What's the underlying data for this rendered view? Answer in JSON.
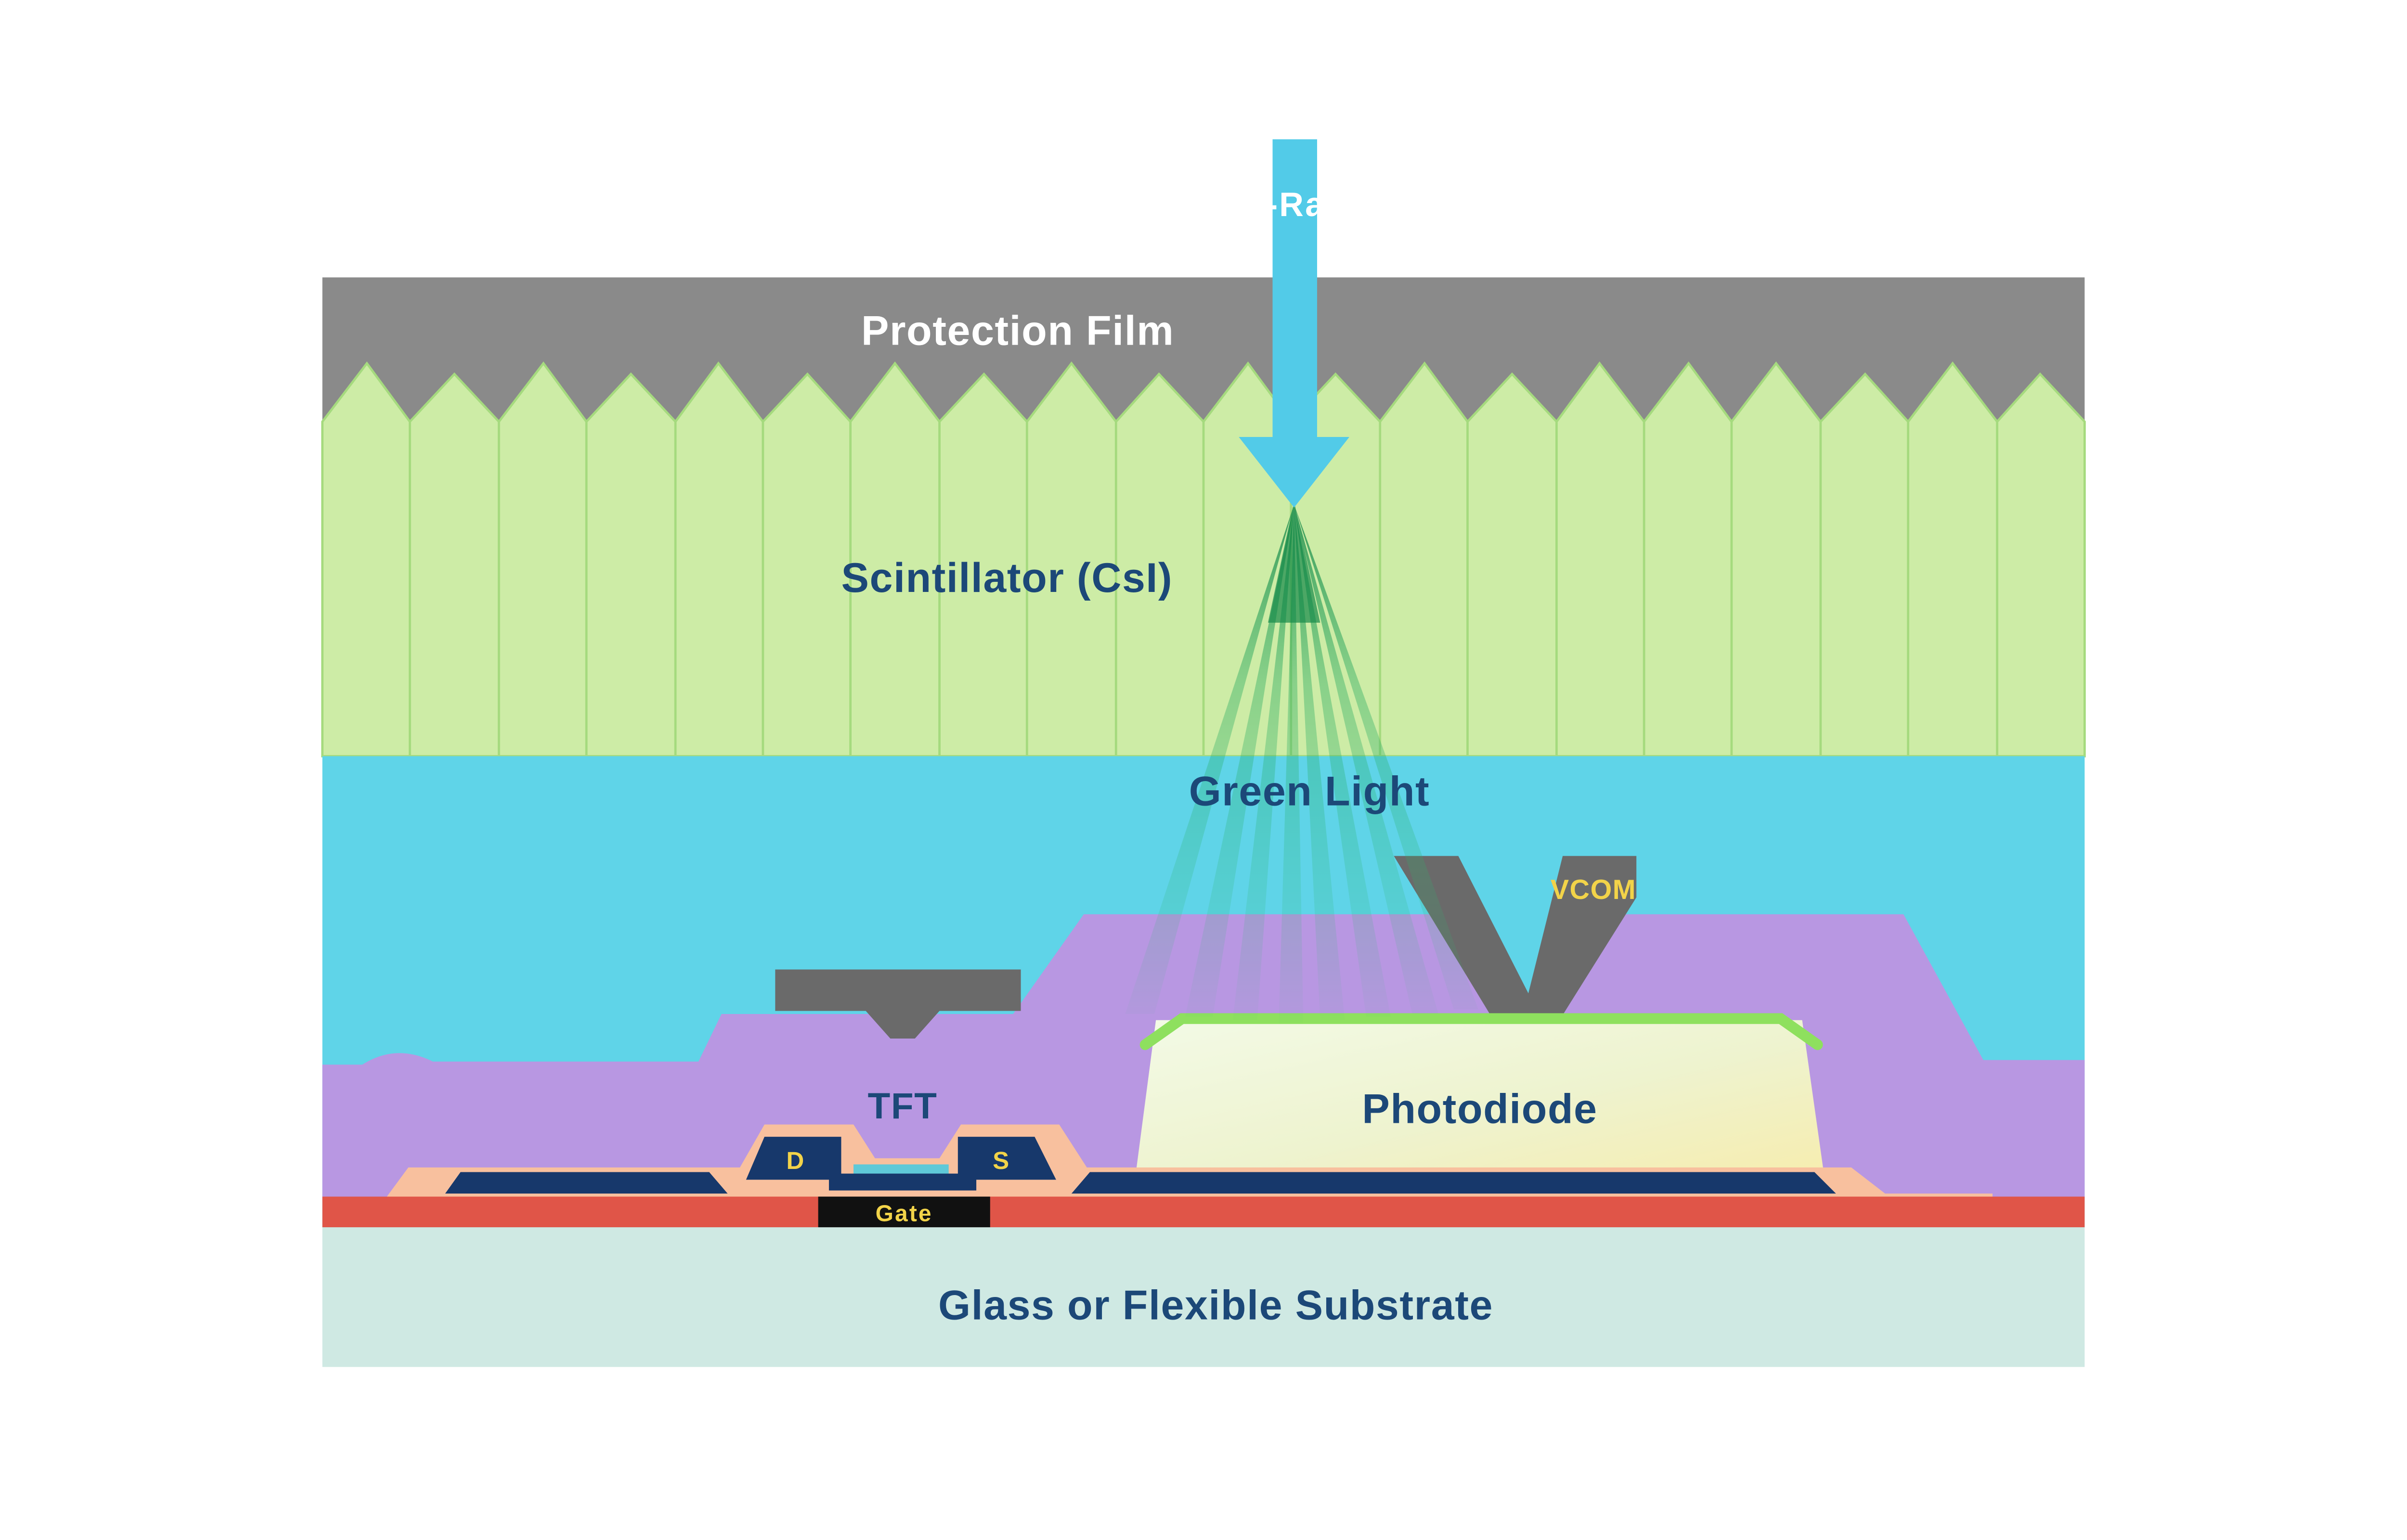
{
  "labels": {
    "xray": "X-Ray",
    "protection_film": "Protection Film",
    "scintillator": "Scintillator (CsI)",
    "green_light": "Green Light",
    "vcom": "VCOM",
    "tft": "TFT",
    "photodiode": "Photodiode",
    "drain": "D",
    "source": "S",
    "gate": "Gate",
    "substrate": "Glass or Flexible Substrate"
  },
  "colors": {
    "background": "#ffffff",
    "protection_film": "#8a8a8a",
    "scintillator": "#cdeca6",
    "scintillator_outline": "#a5da7e",
    "air_gap_cyan": "#5fd4e8",
    "xray_arrow": "#52cbe8",
    "green_ray": "#1f9b53",
    "planarization_purple": "#b897e2",
    "metal_gray": "#6a6a6a",
    "photodiode_cap_green": "#8ee05e",
    "electrode_navy": "#17386b",
    "passivation_salmon": "#f8c09e",
    "channel_teal": "#5fc9d8",
    "red_layer": "#e05548",
    "gate_black": "#111111",
    "substrate_teal": "#cfe9e3",
    "label_navy": "#1c4878",
    "label_yellow": "#f2d349",
    "label_white": "#ffffff"
  }
}
